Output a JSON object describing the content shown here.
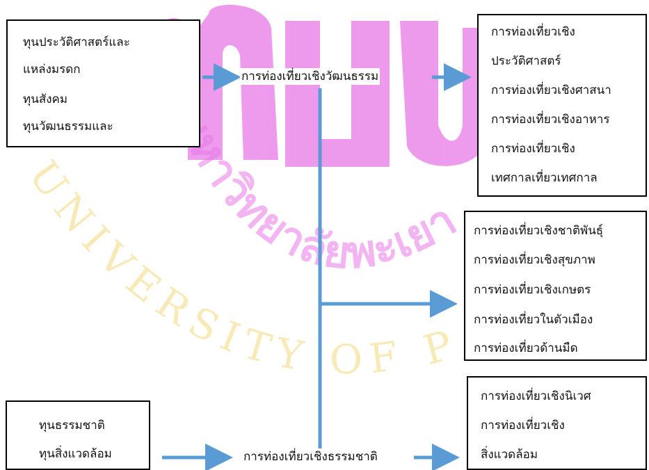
{
  "colors": {
    "connector": "#5b9bd5",
    "watermark_magenta": "#e879e8",
    "watermark_yellow": "#f6e6a6",
    "box_border": "#000000"
  },
  "watermark": {
    "logo_letters": "ม",
    "thai_arc": "มหาวิทยาลัยพะเยา",
    "latin_arc": "UNIVERSITY OF P"
  },
  "boxes": {
    "cultural_capital": {
      "lines": [
        "ทุนประวัติศาสตร์และ",
        "แหล่งมรดก",
        "ทุนสังคม",
        "ทุนวัฒนธรรมและ"
      ]
    },
    "cultural_types_top": {
      "lines": [
        "การท่องเที่ยวเชิง",
        "ประวัติศาสตร์",
        "การท่องเที่ยวเชิงศาสนา",
        "การท่องเที่ยวเชิงอาหาร",
        "การท่องเที่ยวเชิง",
        "เทศกาลเที่ยวเทศกาล"
      ]
    },
    "cultural_types_middle": {
      "lines": [
        "การท่องเที่ยวเชิงชาติพันธุ์",
        "การท่องเที่ยวเชิงสุขภาพ",
        "การท่องเที่ยวเชิงเกษตร",
        "การท่องเที่ยวในตัวเมือง",
        "การท่องเที่ยวด้านมืด"
      ]
    },
    "natural_capital": {
      "lines": [
        "ทุนธรรมชาติ",
        "ทุนสิ่งแวดล้อม"
      ]
    },
    "natural_types": {
      "lines": [
        "การท่องเที่ยวเชิงนิเวศ",
        "การท่องเที่ยวเชิง",
        "สิ่งแวดล้อม"
      ]
    }
  },
  "labels": {
    "cultural_tourism": "การท่องเที่ยวเชิงวัฒนธรรม",
    "natural_tourism": "การท่องเที่ยวเชิงธรรมชาติ"
  }
}
